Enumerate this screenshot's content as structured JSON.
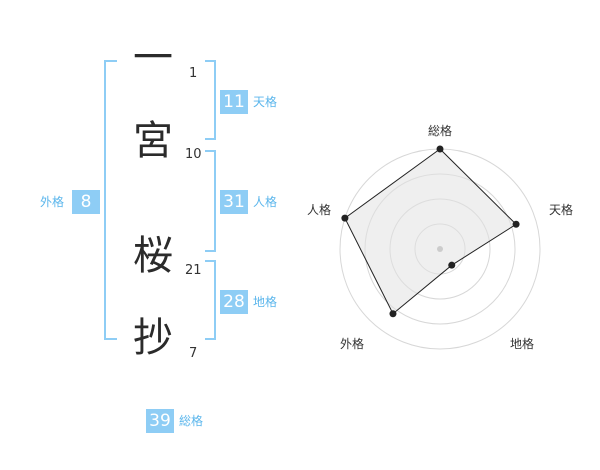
{
  "name": {
    "chars": [
      {
        "char": "一",
        "strokes": "1"
      },
      {
        "char": "宮",
        "strokes": "10"
      },
      {
        "char": "桜",
        "strokes": "21"
      },
      {
        "char": "抄",
        "strokes": "7"
      }
    ]
  },
  "fortunes": {
    "tenkaku": {
      "value": "11",
      "label": "天格"
    },
    "jinkaku": {
      "value": "31",
      "label": "人格"
    },
    "chikaku": {
      "value": "28",
      "label": "地格"
    },
    "gaikaku": {
      "value": "8",
      "label": "外格"
    },
    "soukaku": {
      "value": "39",
      "label": "総格"
    }
  },
  "colors": {
    "accent": "#8ecdf5",
    "accent_text": "#5bb6ec"
  },
  "chart_data": {
    "type": "radar",
    "axes": [
      "総格",
      "天格",
      "地格",
      "外格",
      "人格"
    ],
    "max": 5,
    "rings": 4,
    "values": [
      5,
      4,
      1,
      4,
      5
    ]
  }
}
